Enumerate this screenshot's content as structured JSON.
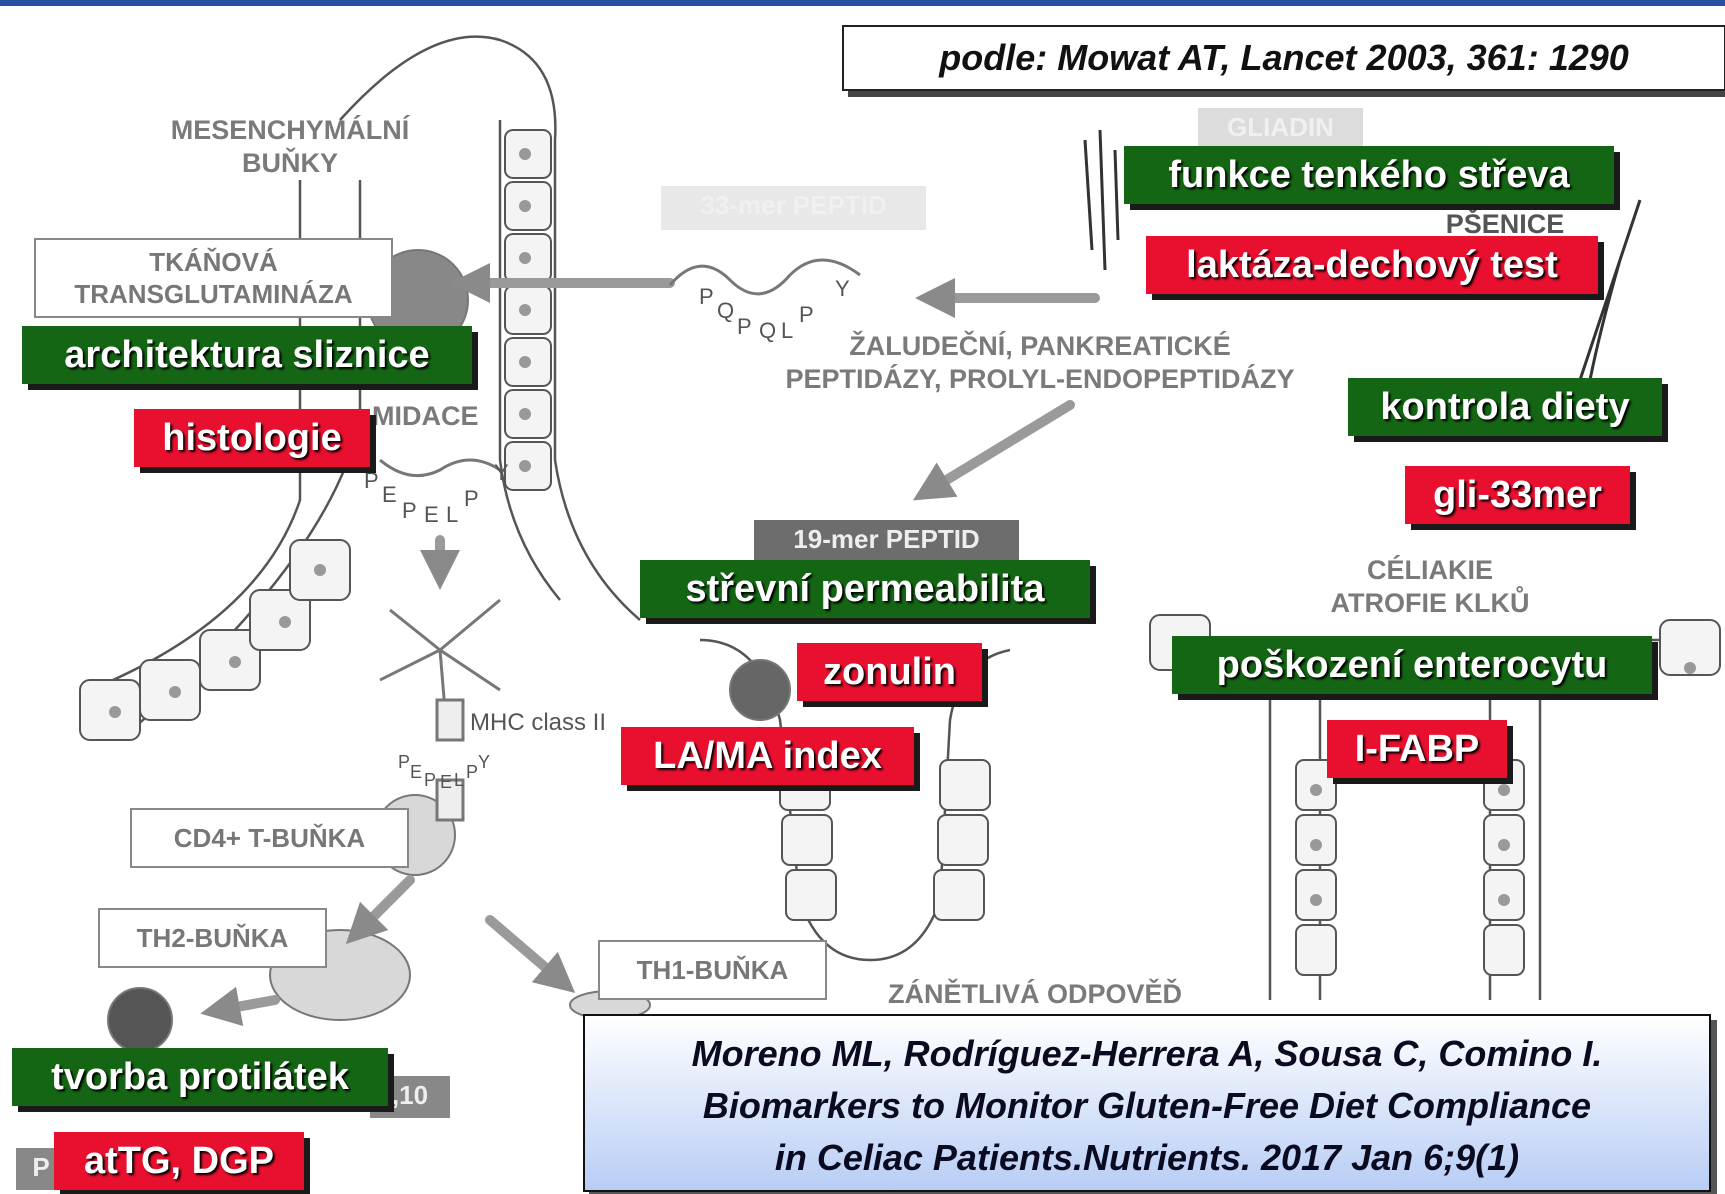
{
  "source_label": "podle: Mowat AT, Lancet 2003, 361: 1290",
  "gray_labels": {
    "mesenchymal": "MESENCHYMÁLNÍ\nBUŇKY",
    "transglutaminase": "TKÁŇOVÁ\nTRANSGLUTAMINÁZA",
    "deamidation": "MIDACE",
    "mer33": "33-mer PEPTID",
    "gliadin": "GLIADIN",
    "wheat": "PŠENICE",
    "peptidases": "ŽALUDEČNÍ, PANKREATICKÉ\nPEPTIDÁZY, PROLYL-ENDOPEPTIDÁZY",
    "mer19": "19-mer PEPTID",
    "celiac": "CÉLIAKIE\nATROFIE KLKŮ",
    "mhc": "MHC class II",
    "cd4": "CD4+ T-BUŇKA",
    "th2": "TH2-BUŇKA",
    "th1": "TH1-BUŇKA",
    "inflammation": "ZÁNĚTLIVÁ ODPOVĚĎ",
    "il10": ",10",
    "p_fragment": "P",
    "peptide_upper": [
      "P",
      "Q",
      "P",
      "Q",
      "L",
      "P",
      "Y"
    ],
    "peptide_lower": [
      "P",
      "E",
      "P",
      "E",
      "L",
      "P",
      "Y"
    ],
    "peptide_mhc": [
      "P",
      "E",
      "P",
      "E",
      "L",
      "P",
      "Y"
    ]
  },
  "overlay_labels": {
    "small_intestine_function": "funkce tenkého střeva",
    "lactase_breath_test": "laktáza-dechový test",
    "mucosa_architecture": "architektura sliznice",
    "histology": "histologie",
    "diet_control": "kontrola diety",
    "gli_33mer": "gli-33mer",
    "intestinal_permeability": "střevní permeabilita",
    "zonulin": "zonulin",
    "la_ma_index": "LA/MA index",
    "enterocyte_damage": "poškození enterocytu",
    "i_fabp": "I-FABP",
    "antibody_formation": "tvorba protilátek",
    "attg_dgp": "atTG, DGP"
  },
  "reference": {
    "line1": "Moreno ML, Rodríguez-Herrera A, Sousa C, Comino I.",
    "line2": "Biomarkers to Monitor Gluten-Free Diet Compliance",
    "line3": "in Celiac Patients.Nutrients. 2017 Jan 6;9(1)"
  },
  "colors": {
    "green_label": "#146614",
    "red_label": "#e8102e",
    "reference_gradient": [
      "#ffffff",
      "#b8cdf5"
    ],
    "diagram_gray": "#7a7a7a",
    "top_bar": "#2a4f9e"
  }
}
